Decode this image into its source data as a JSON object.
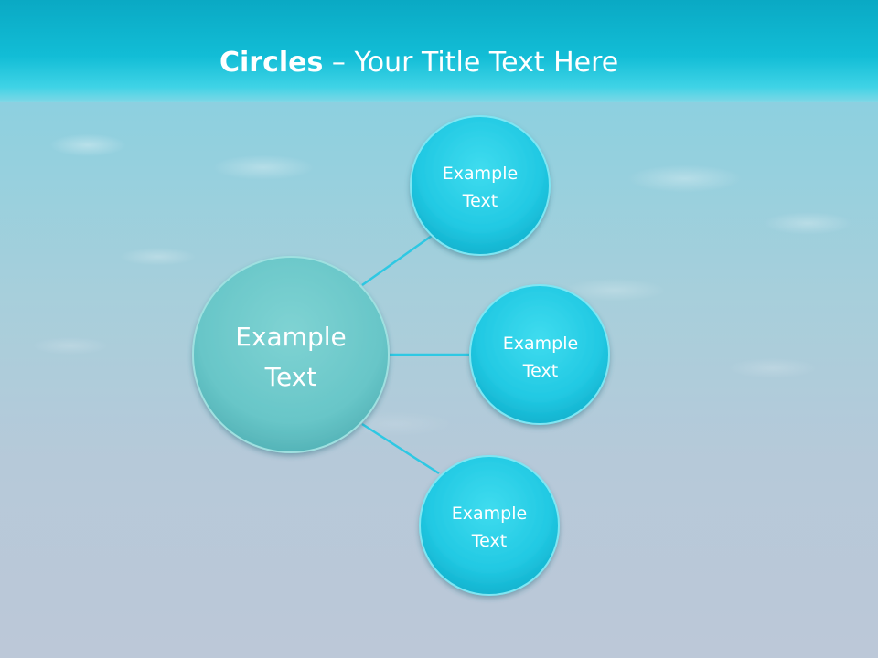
{
  "title": {
    "bold": "Circles",
    "rest": " – Your Title Text Here"
  },
  "diagram": {
    "center": {
      "line1": "Example",
      "line2": "Text"
    },
    "nodes": [
      {
        "line1": "Example",
        "line2": "Text"
      },
      {
        "line1": "Example",
        "line2": "Text"
      },
      {
        "line1": "Example",
        "line2": "Text"
      }
    ]
  },
  "colors": {
    "title_band": "#12bdd6",
    "node_fill": "#2ccde6",
    "center_fill": "#6ec9cb",
    "connector": "#2ec8e3"
  }
}
